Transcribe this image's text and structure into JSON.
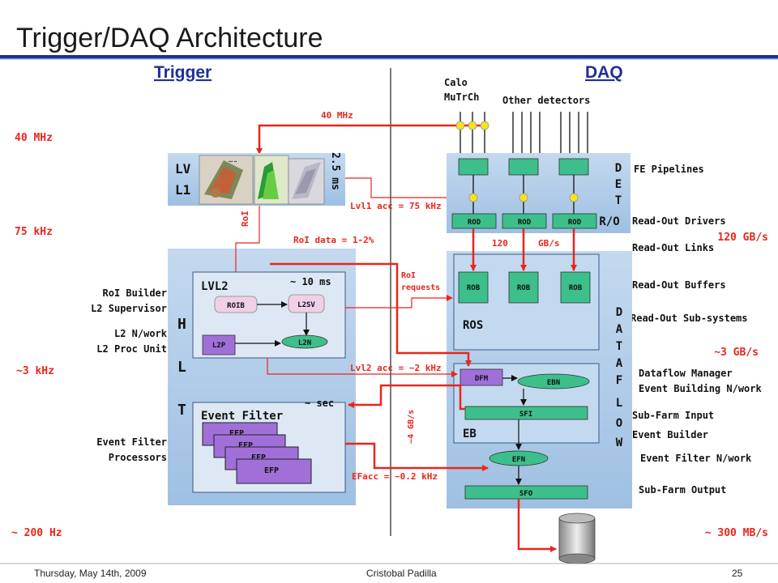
{
  "title": "Trigger/DAQ Architecture",
  "headers": {
    "trigger": "Trigger",
    "daq": "DAQ"
  },
  "left_rates": {
    "r1": "40 MHz",
    "r2": "75 kHz",
    "r3": "~3 kHz",
    "r4": "~ 200 Hz"
  },
  "right_rates": {
    "r1": "120 GB/s",
    "r2": "~3 GB/s",
    "r3": "~ 300 MB/s"
  },
  "left_labels": {
    "roi_builder": "RoI Builder",
    "l2_supervisor": "L2 Supervisor",
    "l2_nwork": "L2 N/work",
    "l2_proc_unit": "L2 Proc Unit",
    "ef_line1": "Event Filter",
    "ef_line2": "Processors"
  },
  "right_labels": {
    "fe_pipelines": "FE Pipelines",
    "read_out_drivers": "Read-Out Drivers",
    "read_out_links": "Read-Out Links",
    "read_out_buffers": "Read-Out Buffers",
    "read_out_subsystems": "Read-Out Sub-systems",
    "dataflow_manager": "Dataflow Manager",
    "event_building_nwork": "Event Building N/work",
    "sub_farm_input": "Sub-Farm Input",
    "event_builder": "Event Builder",
    "event_filter_nwork": "Event Filter N/work",
    "sub_farm_output": "Sub-Farm Output"
  },
  "detectors": {
    "calo": "Calo",
    "mutrch": "MuTrCh",
    "other": "Other detectors"
  },
  "lvl1": {
    "label_a": "LV",
    "label_b": "L1",
    "latency": "2.5 ms",
    "roi": "RoI"
  },
  "hlt": {
    "h": "H",
    "l": "L",
    "t": "T"
  },
  "lvl2": {
    "title": "LVL2",
    "latency": "~ 10 ms",
    "roib": "ROIB",
    "l2sv": "L2SV",
    "l2p": "L2P",
    "l2n": "L2N"
  },
  "ef": {
    "title": "Event Filter",
    "latency": "~ sec",
    "efp": "EFP"
  },
  "signals": {
    "clock": "40 MHz",
    "lvl1_accept": "Lvl1 acc = 75 kHz",
    "roi_data": "RoI data = 1-2%",
    "roi_requests_1": "RoI",
    "roi_requests_2": "requests",
    "lvl2_accept": "Lvl2 acc = ~2 kHz",
    "ef_accept": "EFacc = ~0.2 kHz",
    "rol_rate_a": "120",
    "rol_rate_b": "GB/s",
    "eb_rate": "~4 GB/s"
  },
  "det_ro": {
    "letters": [
      "D",
      "E",
      "T"
    ],
    "ro": "R/O"
  },
  "dataflow": {
    "letters": [
      "D",
      "A",
      "T",
      "A",
      "F",
      "L",
      "O",
      "W"
    ]
  },
  "daq_boxes": {
    "rod": "ROD",
    "rob": "ROB",
    "ros": "ROS",
    "dfm": "DFM",
    "ebn": "EBN",
    "sfi": "SFI",
    "eb": "EB",
    "efn": "EFN",
    "sfo": "SFO"
  },
  "footer": {
    "date": "Thursday, May 14th, 2009",
    "author": "Cristobal Padilla",
    "page": "25"
  },
  "colors": {
    "red": "#e8261c",
    "panel": "#adc9e6",
    "green": "#3cbf8a",
    "title_rule": "#1f2e99",
    "yellow": "#f7e31a",
    "blue_dot": "#2e4fd6"
  }
}
